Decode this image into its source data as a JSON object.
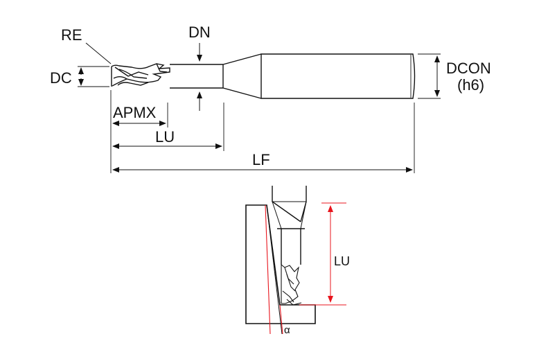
{
  "labels": {
    "re": "RE",
    "dn": "DN",
    "dc": "DC",
    "dcon": "DCON",
    "dcon_tol": "(h6)",
    "apmx": "APMX",
    "lu_top": "LU",
    "lf": "LF",
    "lu_side": "LU",
    "alpha": "α"
  },
  "colors": {
    "line": "#111111",
    "accent": "#e8141c",
    "shank_fill": "#ffffff"
  }
}
